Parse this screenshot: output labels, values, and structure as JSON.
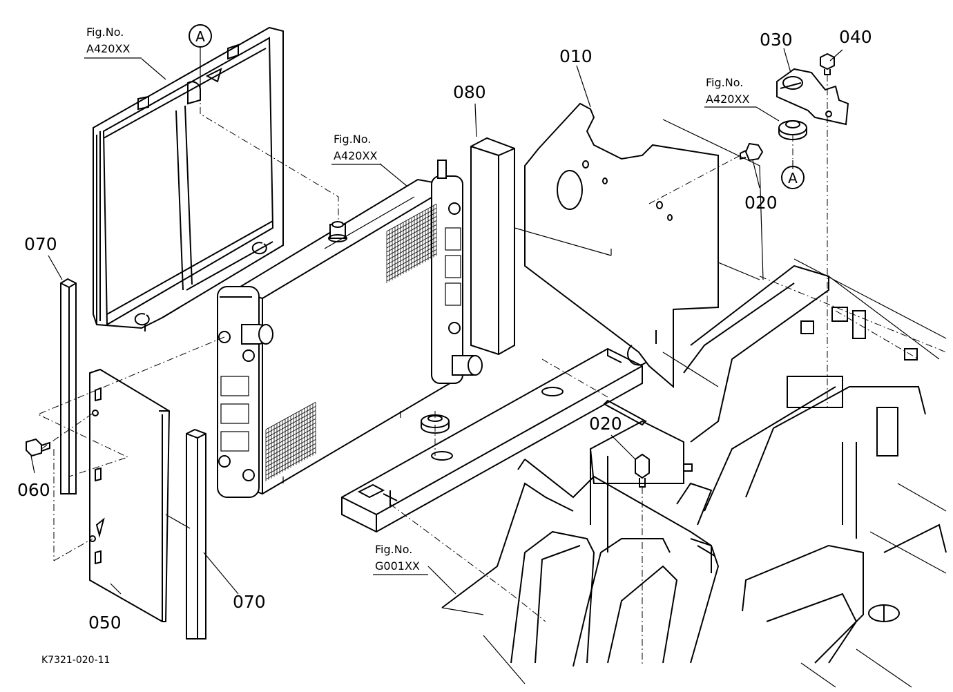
{
  "parts": {
    "p010": "010",
    "p020a": "020",
    "p020b": "020",
    "p030": "030",
    "p040": "040",
    "p050": "050",
    "p060": "060",
    "p070a": "070",
    "p070b": "070",
    "p080": "080"
  },
  "figure_refs": {
    "r1": {
      "label": "Fig.No.",
      "code": "A420XX"
    },
    "r2": {
      "label": "Fig.No.",
      "code": "A420XX"
    },
    "r3": {
      "label": "Fig.No.",
      "code": "A420XX"
    },
    "r4": {
      "label": "Fig.No.",
      "code": "G001XX"
    }
  },
  "callouts": {
    "c1": "A",
    "c2": "A"
  },
  "drawing_code": "K7321-020-11"
}
